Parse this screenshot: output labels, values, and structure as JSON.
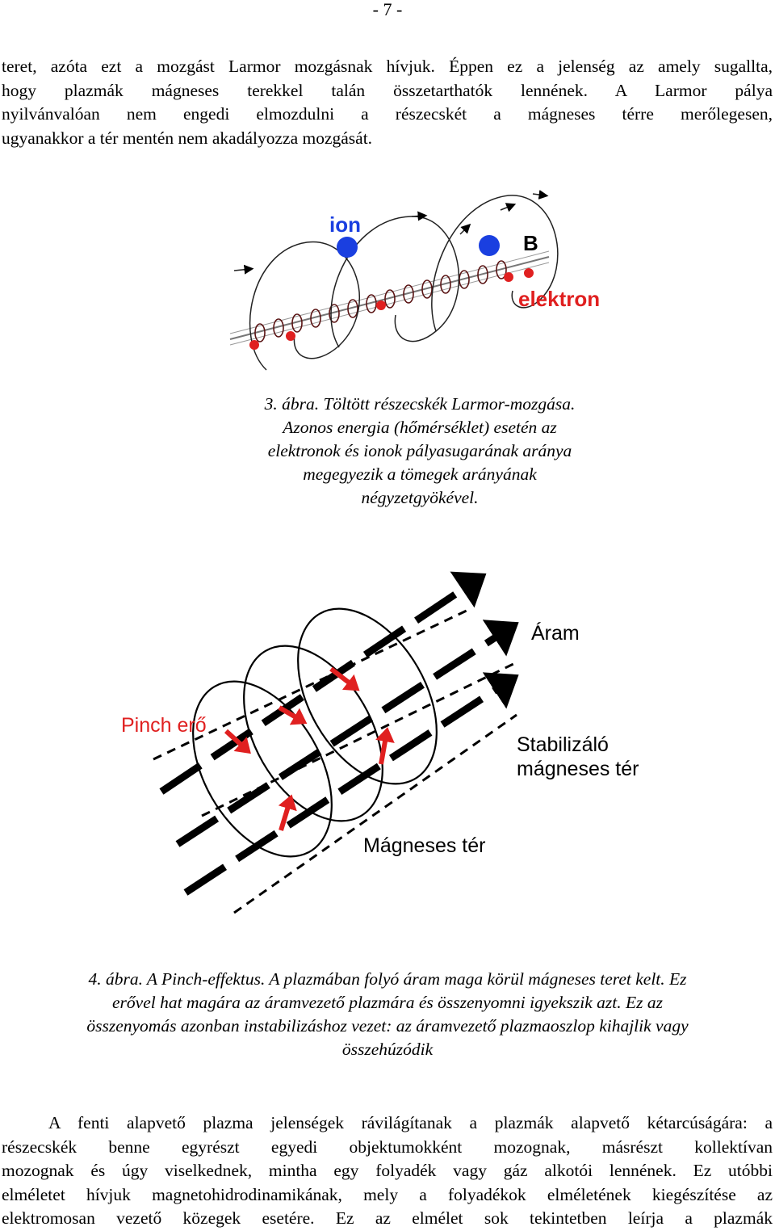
{
  "page_number": "- 7 -",
  "paragraph1": {
    "lines": [
      "teret, azóta ezt a mozgást Larmor mozgásnak hívjuk. Éppen ez a jelenség az amely sugallta,",
      "hogy plazmák mágneses terekkel talán összetarthatók lennének. A Larmor pálya",
      "nyilvánvalóan nem engedi elmozdulni a részecskét a mágneses térre merőlegesen,",
      "ugyanakkor a tér mentén nem akadályozza mozgását."
    ]
  },
  "figure3": {
    "labels": {
      "ion": "ion",
      "b": "B",
      "electron": "elektron"
    },
    "colors": {
      "ion": "#1a3fe0",
      "electron": "#e02020",
      "labels_ion": "#1a3fe0",
      "labels_electron": "#e02020"
    },
    "caption_lines": [
      "3. ábra. Töltött részecskék Larmor-mozgása.",
      "Azonos energia (hőmérséklet) esetén az",
      "elektronok és ionok pályasugarának aránya",
      "megegyezik a tömegek arányának",
      "négyzetgyökével."
    ]
  },
  "figure4": {
    "labels": {
      "current": "Áram",
      "pinch": "Pinch erő",
      "stab_line1": "Stabilizáló",
      "stab_line2": "mágneses tér",
      "magnetic": "Mágneses tér"
    },
    "colors": {
      "pinch_label": "#e02020",
      "arrows": "#e02020"
    },
    "caption_lines": [
      "4. ábra. A Pinch-effektus. A plazmában folyó áram maga körül mágneses teret kelt. Ez",
      "erővel hat magára az áramvezető plazmára és összenyomni igyekszik azt. Ez az",
      "összenyomás azonban instabilizáshoz vezet: az áramvezető plazmaoszlop kihajlik vagy",
      "összehúzódik"
    ]
  },
  "paragraph2": {
    "lines": [
      "A fenti alapvető plazma jelenségek rávilágítanak a plazmák alapvető kétarcúságára: a",
      "részecskék benne egyrészt egyedi objektumokként mozognak, másrészt kollektívan",
      "mozognak és úgy viselkednek, mintha egy folyadék vagy gáz alkotói lennének. Ez utóbbi",
      "elméletet hívjuk magnetohidrodinamikának, mely a folyadékok elméletének kiegészítése az",
      "elektromosan vezető közegek esetére. Ez az elmélet sok tekintetben leírja a plazmák"
    ]
  }
}
